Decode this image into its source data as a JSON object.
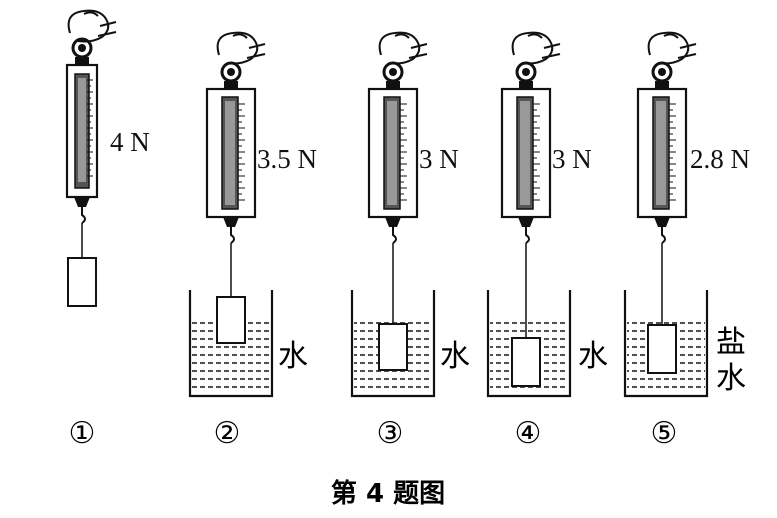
{
  "figure": {
    "caption": "第 4 题图",
    "panels": [
      {
        "index": "①",
        "reading": "4 N",
        "liquid": ""
      },
      {
        "index": "②",
        "reading": "3.5 N",
        "liquid": "水"
      },
      {
        "index": "③",
        "reading": "3 N",
        "liquid": "水"
      },
      {
        "index": "④",
        "reading": "3 N",
        "liquid": "水"
      },
      {
        "index": "⑤",
        "reading": "2.8 N",
        "liquid": "盐水"
      }
    ]
  }
}
